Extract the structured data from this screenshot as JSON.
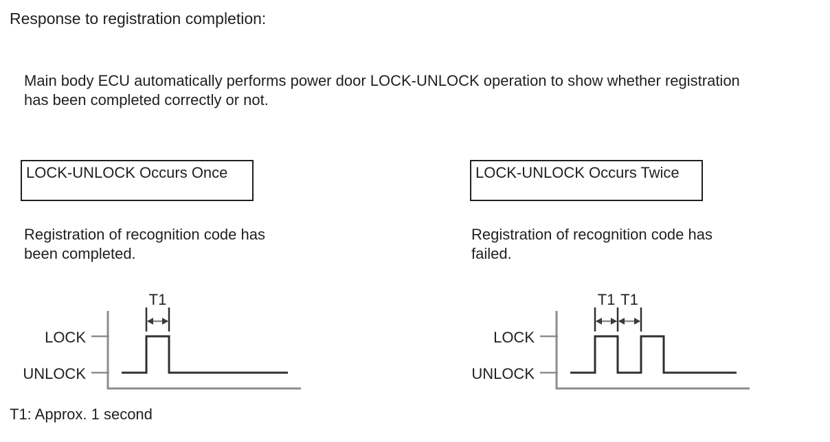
{
  "page": {
    "title": "Response to registration completion:",
    "intro_lines": [
      "Main body ECU automatically performs power door LOCK-UNLOCK operation to show whether registration",
      "has been completed correctly or not."
    ],
    "footnote": "T1: Approx. 1 second"
  },
  "colors": {
    "background": "#ffffff",
    "text": "#1f1f1f",
    "box_border": "#1f1f1f",
    "axis_gray": "#8c8c8c",
    "signal_dark": "#2f2f2f",
    "arrow_shaft": "#8c8c8c",
    "arrow_head": "#3a3a3a"
  },
  "panels": [
    {
      "box_label": "LOCK-UNLOCK Occurs Once",
      "description_lines": [
        "Registration of recognition code has",
        "been completed."
      ],
      "diagram": {
        "high_label": "LOCK",
        "low_label": "UNLOCK",
        "pulse_count": 1,
        "interval_labels": [
          "T1"
        ]
      }
    },
    {
      "box_label": "LOCK-UNLOCK Occurs Twice",
      "description_lines": [
        "Registration of recognition code has",
        "failed."
      ],
      "diagram": {
        "high_label": "LOCK",
        "low_label": "UNLOCK",
        "pulse_count": 2,
        "interval_labels": [
          "T1",
          "T1"
        ]
      }
    }
  ]
}
